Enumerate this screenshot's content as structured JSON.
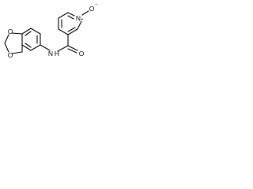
{
  "molecule": {
    "atoms": {
      "ring_o1": "O",
      "ring_o2": "O",
      "amide_n": "N",
      "amide_h": "H",
      "carbonyl_o": "O",
      "pyridine_n": "N",
      "n_oxide_o": "O"
    },
    "charges": {
      "pyridine_n": "+",
      "n_oxide_o": "−"
    }
  }
}
